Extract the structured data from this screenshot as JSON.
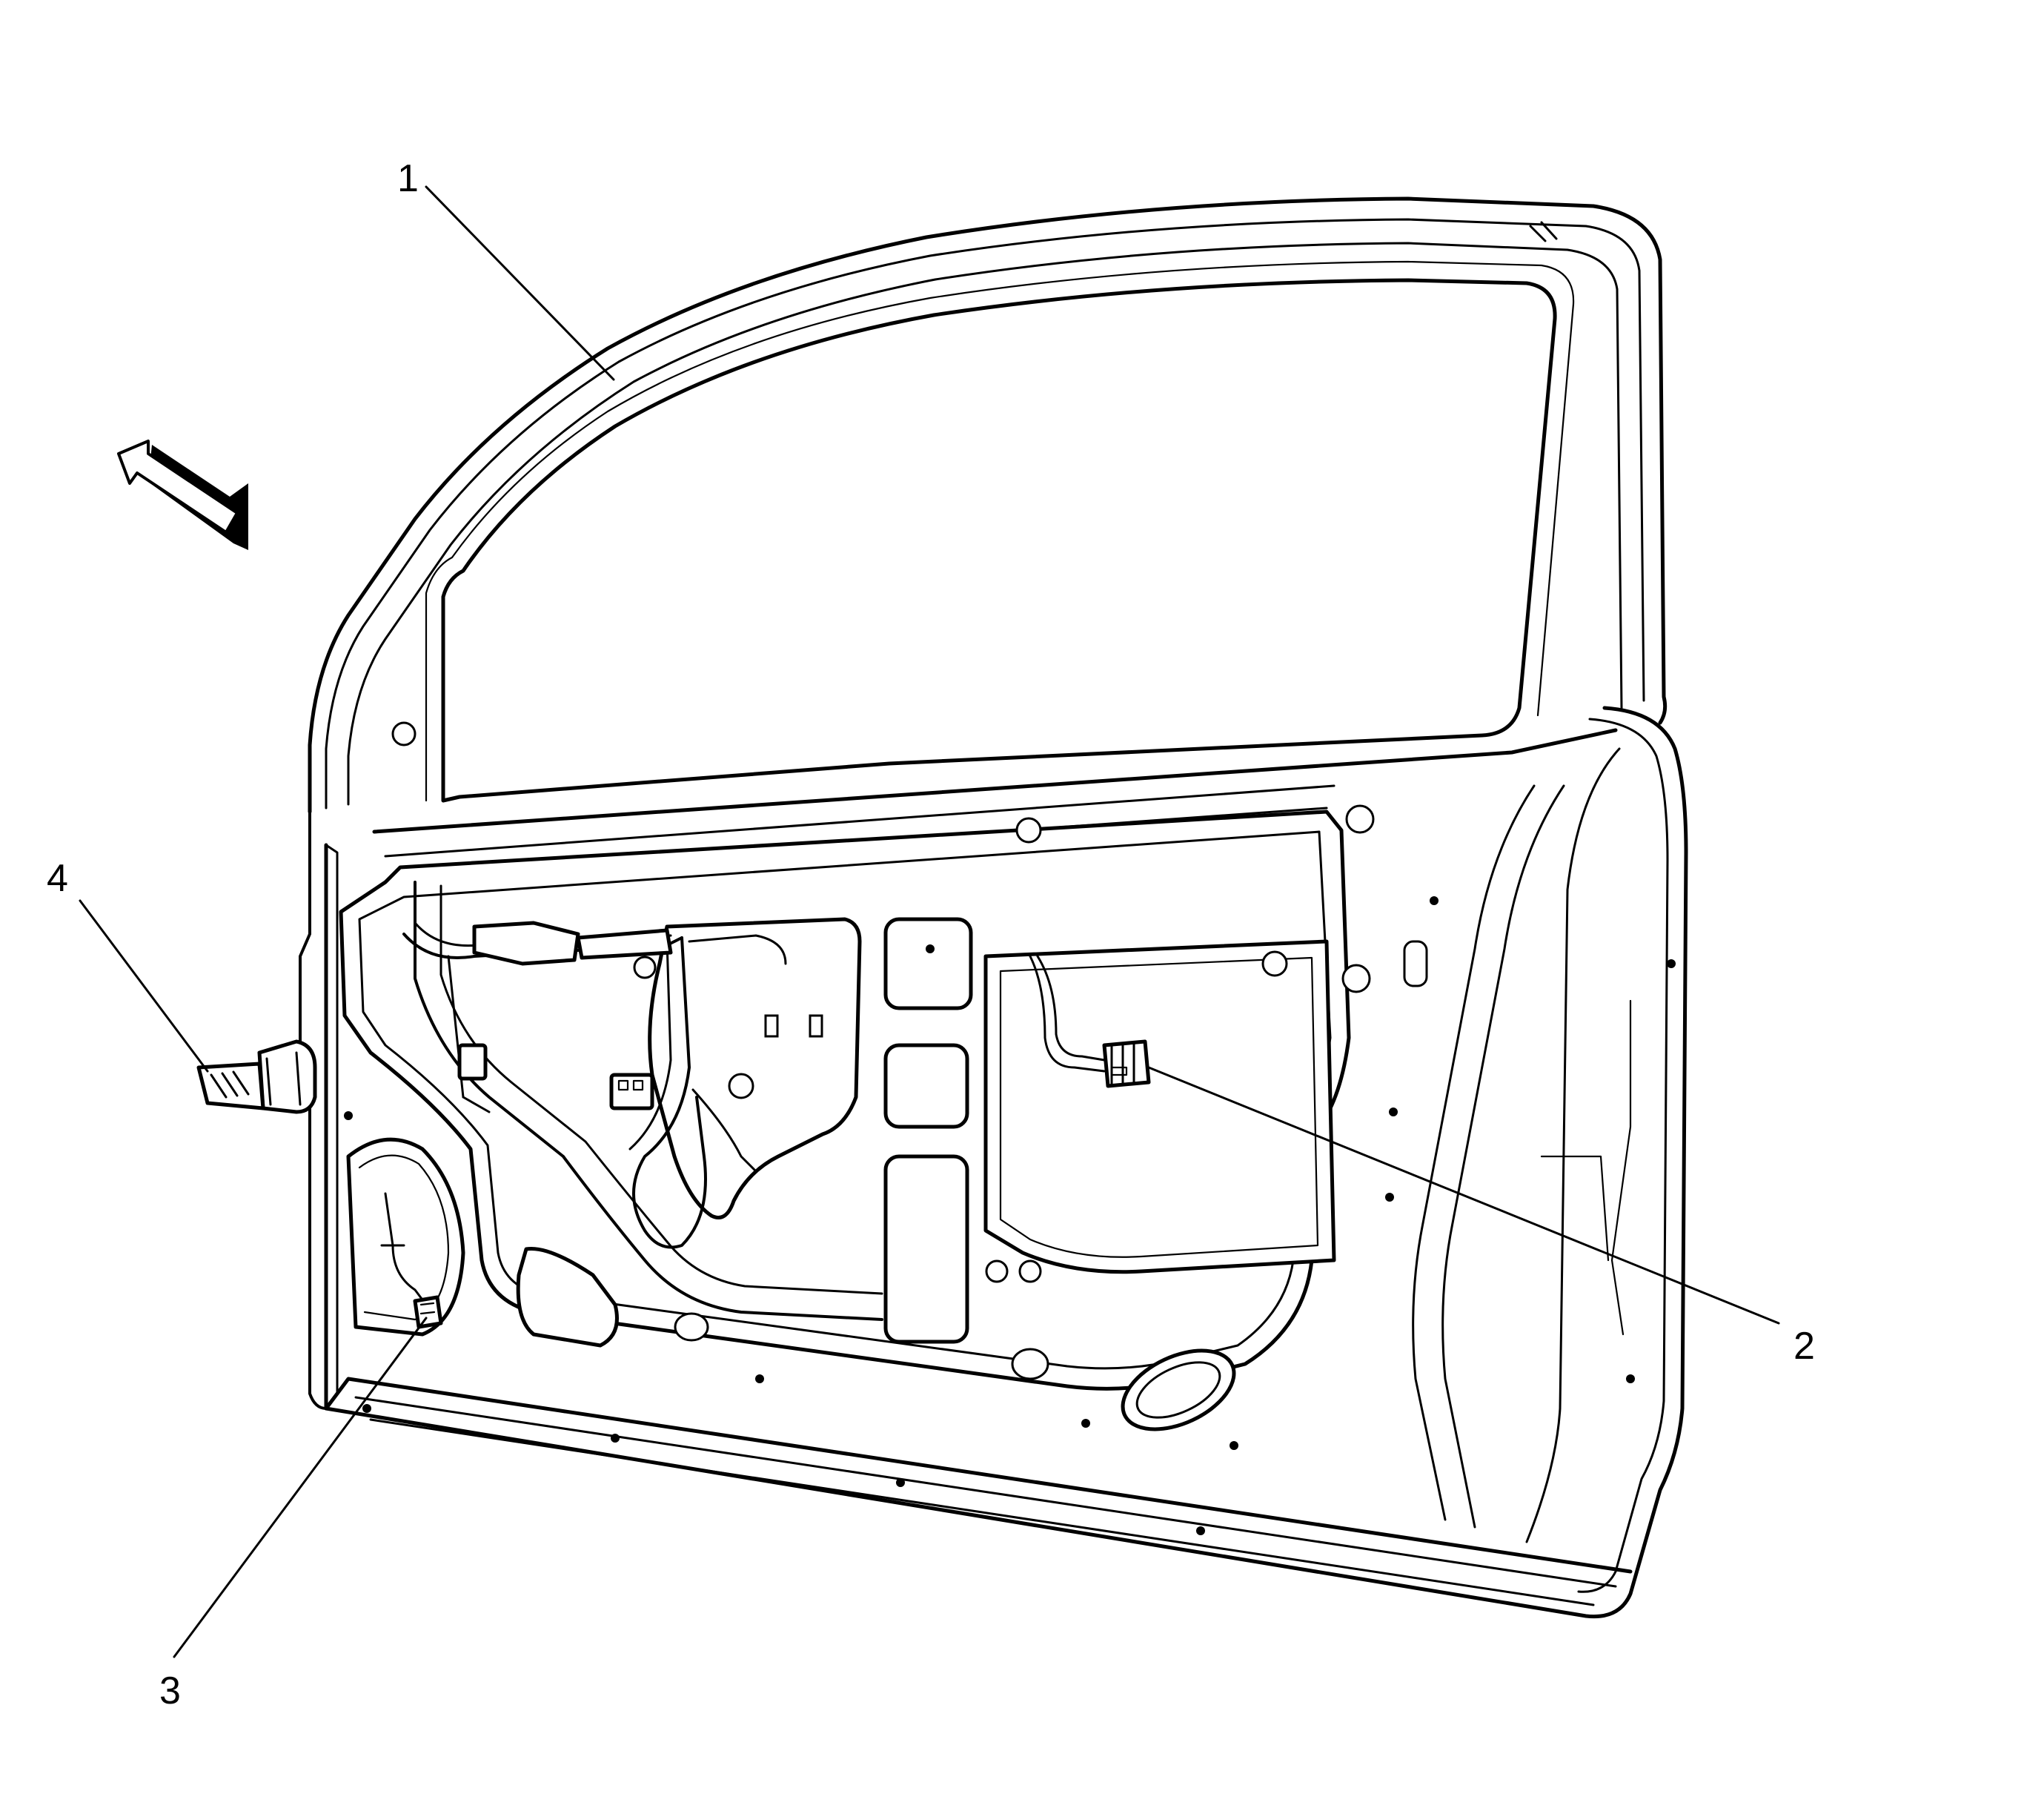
{
  "figure": {
    "colors": {
      "line": "#000000",
      "background": "#ffffff"
    },
    "callouts": [
      {
        "id": "1",
        "label": "1"
      },
      {
        "id": "2",
        "label": "2"
      },
      {
        "id": "3",
        "label": "3"
      },
      {
        "id": "4",
        "label": "4"
      }
    ],
    "icons": [
      "direction-arrow-icon"
    ]
  }
}
